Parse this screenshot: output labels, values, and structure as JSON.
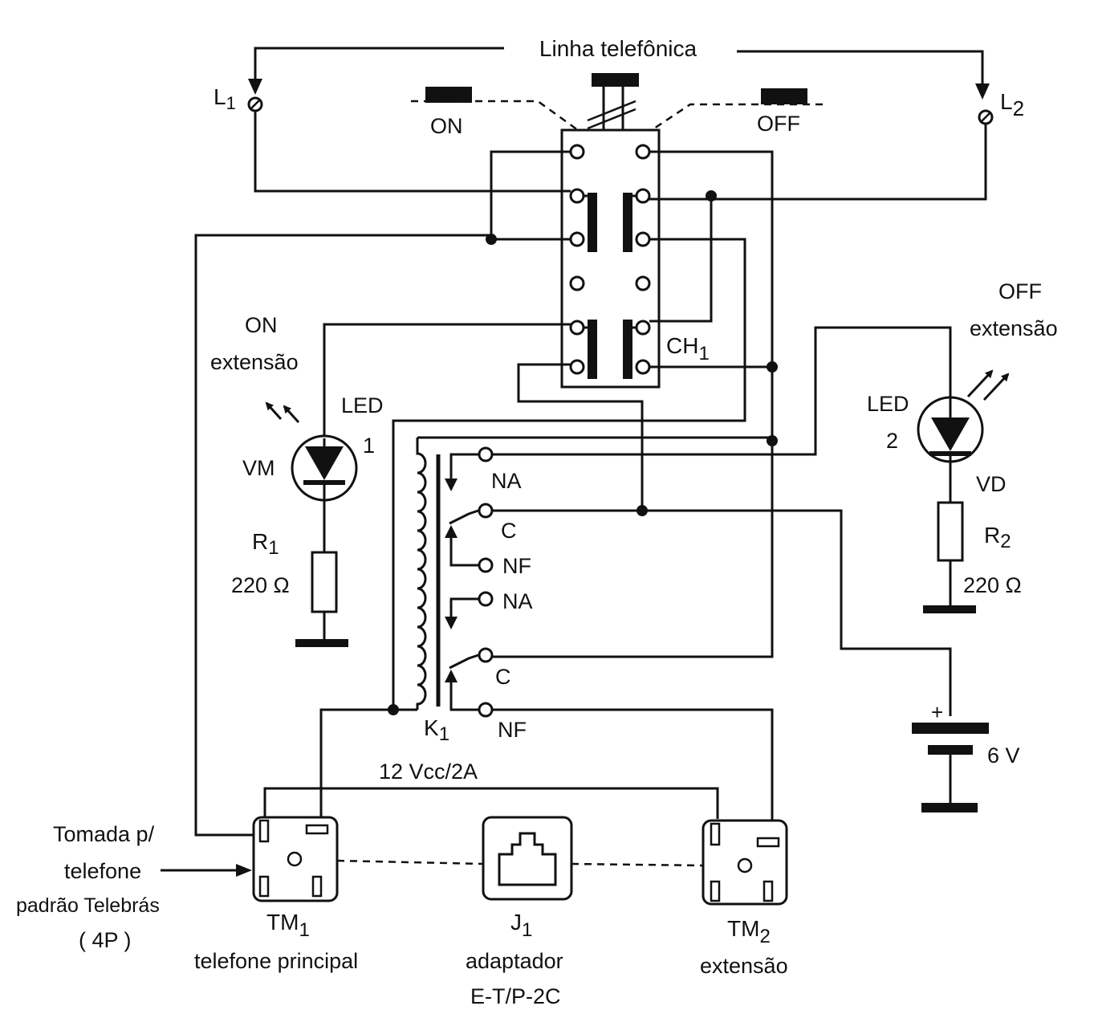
{
  "title": "Linha telefônica",
  "line_terminals": {
    "l1": {
      "main": "L",
      "sub": "1"
    },
    "l2": {
      "main": "L",
      "sub": "2"
    }
  },
  "switch": {
    "on_label": "ON",
    "off_label": "OFF",
    "ref_main": "CH",
    "ref_sub": "1"
  },
  "led1": {
    "state_label": "ON",
    "state_sub": "extensão",
    "type_label": "LED",
    "number": "1",
    "color_code": "VM",
    "resistor_main": "R",
    "resistor_sub": "1",
    "resistor_value": "220 Ω"
  },
  "led2": {
    "state_label": "OFF",
    "state_sub": "extensão",
    "type_label": "LED",
    "number": "2",
    "color_code": "VD",
    "resistor_main": "R",
    "resistor_sub": "2",
    "resistor_value": "220 Ω"
  },
  "relay": {
    "ref_main": "K",
    "ref_sub": "1",
    "rating": "12 Vcc/2A",
    "contacts": [
      "NA",
      "C",
      "NF",
      "NA",
      "C",
      "NF"
    ]
  },
  "battery": {
    "plus": "+",
    "voltage": "6 V"
  },
  "sockets": {
    "tm1": {
      "ref_main": "TM",
      "ref_sub": "1",
      "caption": "telefone principal"
    },
    "j1": {
      "ref_main": "J",
      "ref_sub": "1",
      "caption_1": "adaptador",
      "caption_2": "E-T/P-2C"
    },
    "tm2": {
      "ref_main": "TM",
      "ref_sub": "2",
      "caption": "extensão"
    }
  },
  "note": {
    "line1": "Tomada p/",
    "line2": "telefone",
    "line3": "padrão Telebrás",
    "line4": "( 4P )"
  }
}
